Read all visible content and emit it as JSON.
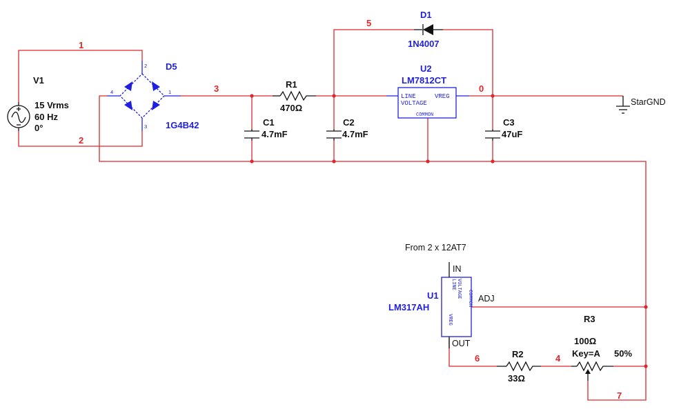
{
  "colors": {
    "wire": "#e0262b",
    "component": "#1f1fe0",
    "text": "#111111"
  },
  "nets": {
    "n1": "1",
    "n2": "2",
    "n3": "3",
    "n4": "4",
    "n5": "5",
    "n6": "6",
    "n7": "7",
    "n0": "0"
  },
  "v1": {
    "ref": "V1",
    "voltage": "15 Vrms",
    "freq": "60 Hz",
    "phase": "0°"
  },
  "d5": {
    "ref": "D5",
    "value": "1G4B42",
    "pin1": "1",
    "pin2": "2",
    "pin3": "3",
    "pin4": "4"
  },
  "r1": {
    "ref": "R1",
    "value": "470Ω"
  },
  "c1": {
    "ref": "C1",
    "value": "4.7mF"
  },
  "c2": {
    "ref": "C2",
    "value": "4.7mF"
  },
  "c3": {
    "ref": "C3",
    "value": "47uF"
  },
  "d1": {
    "ref": "D1",
    "value": "1N4007"
  },
  "u2": {
    "ref": "U2",
    "value": "LM7812CT",
    "line": "LINE",
    "voltage": "VOLTAGE",
    "vreg": "VREG",
    "common": "COMMON"
  },
  "ground": {
    "label": "StarGND"
  },
  "u1": {
    "ref": "U1",
    "value": "LM317AH",
    "note": "From 2 x 12AT7",
    "in": "IN",
    "adj": "ADJ",
    "out": "OUT",
    "line": "LINE",
    "voltage": "VOLTAGE",
    "vreg": "VREG",
    "common": "COMMON"
  },
  "r2": {
    "ref": "R2",
    "value": "33Ω"
  },
  "r3": {
    "ref": "R3",
    "value": "100Ω",
    "key": "Key=A",
    "percent": "50%"
  }
}
